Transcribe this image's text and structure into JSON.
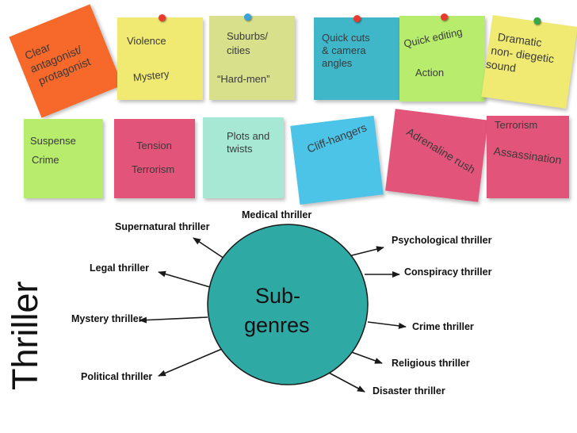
{
  "title": "Thriller",
  "hub": {
    "line1": "Sub-",
    "line2": "genres"
  },
  "colors": {
    "hub_fill": "#2fa9a3",
    "arrow": "#1a1a1a",
    "note_orange": "#f6692a",
    "note_yellow": "#f0e972",
    "note_olive": "#d9e08c",
    "note_teal": "#3fb7c9",
    "note_green": "#b8ec6c",
    "note_pink": "#e3547a",
    "note_mint": "#a7e8d5",
    "note_blue": "#4cc4e8"
  },
  "notes": [
    {
      "id": "note-clear-antagonist",
      "lines": [
        "Clear",
        "antagonist/",
        "protagonist"
      ]
    },
    {
      "id": "note-violence",
      "lines": [
        "Violence",
        "Mystery"
      ]
    },
    {
      "id": "note-suburbs",
      "lines": [
        "Suburbs/",
        "cities",
        "“Hard-men”"
      ]
    },
    {
      "id": "note-quick-cuts",
      "lines": [
        "Quick cuts",
        "& camera",
        "angles"
      ]
    },
    {
      "id": "note-quick-editing",
      "lines": [
        "Quick editing",
        "Action"
      ]
    },
    {
      "id": "note-dramatic",
      "lines": [
        "Dramatic",
        "non- diegetic",
        "sound"
      ]
    },
    {
      "id": "note-suspense",
      "lines": [
        "Suspense",
        "Crime"
      ]
    },
    {
      "id": "note-tension",
      "lines": [
        "Tension",
        "Terrorism"
      ]
    },
    {
      "id": "note-plots",
      "lines": [
        "Plots and",
        "twists"
      ]
    },
    {
      "id": "note-cliff-hangers",
      "lines": [
        "Cliff-hangers"
      ]
    },
    {
      "id": "note-adrenaline",
      "lines": [
        "Adrenaline rush"
      ]
    },
    {
      "id": "note-terrorism",
      "lines": [
        "Terrorism",
        "Assassination"
      ]
    }
  ],
  "subgenres": [
    "Medical thriller",
    "Supernatural thriller",
    "Psychological thriller",
    "Legal thriller",
    "Conspiracy thriller",
    "Mystery thriller",
    "Crime thriller",
    "Religious thriller",
    "Political thriller",
    "Disaster thriller"
  ]
}
